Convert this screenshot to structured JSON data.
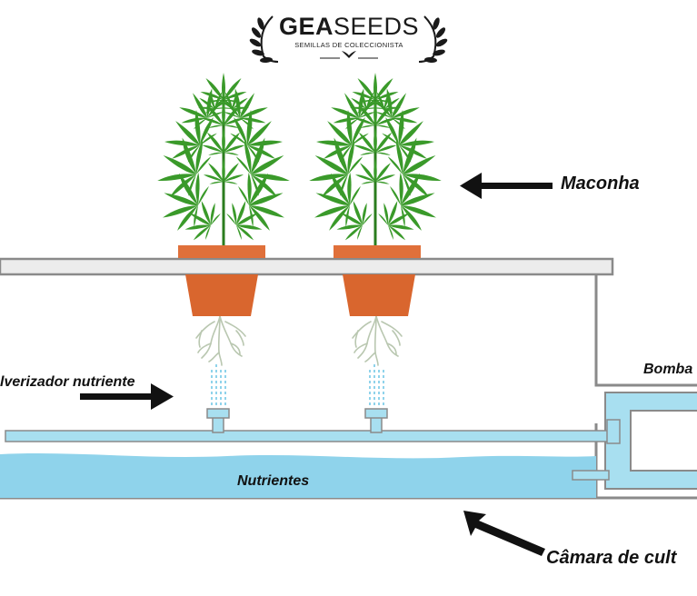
{
  "logo": {
    "brand_bold": "GEA",
    "brand_light": "SEEDS",
    "tagline": "SEMILLAS DE COLECCIONISTA"
  },
  "labels": {
    "plant": "Maconha",
    "sprayer": "lverizador nutriente",
    "pump": "Bomba",
    "nutrients": "Nutrientes",
    "chamber": "Câmara de cult"
  },
  "colors": {
    "pot": "#d9662e",
    "pot_rim": "#e0703a",
    "leaf": "#3a9a2a",
    "leaf_dark": "#2b7d1e",
    "water": "#8fd3eb",
    "pipe": "#a8dff0",
    "frame": "#8a8a8a",
    "arrow": "#111111",
    "root": "#b9c7b0"
  },
  "icons": [
    "laurel-left-icon",
    "laurel-right-icon",
    "lotus-icon",
    "cannabis-plant-icon",
    "arrow-icon"
  ]
}
